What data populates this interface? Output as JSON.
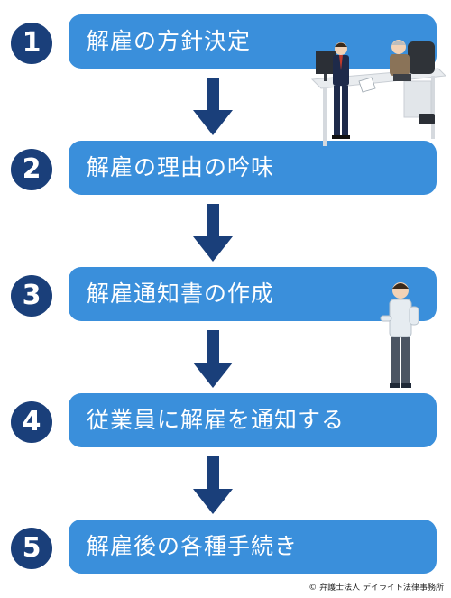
{
  "steps": [
    {
      "number": "1",
      "label": "解雇の方針決定"
    },
    {
      "number": "2",
      "label": "解雇の理由の吟味"
    },
    {
      "number": "3",
      "label": "解雇通知書の作成"
    },
    {
      "number": "4",
      "label": "従業員に解雇を通知する"
    },
    {
      "number": "5",
      "label": "解雇後の各種手続き"
    }
  ],
  "credit": "© 弁護士法人 デイライト法律事務所",
  "colors": {
    "box": "#3a8fdb",
    "circle": "#1a3f7a",
    "arrow": "#1a3f7a"
  }
}
